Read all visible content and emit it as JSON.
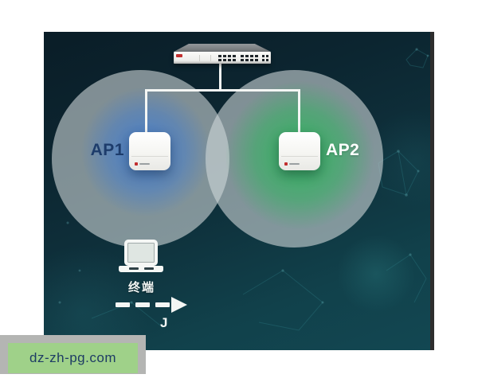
{
  "watermark": {
    "text": "dz-zh-pg.com"
  },
  "network_diagram": {
    "description": "Two wireless access points with overlapping coverage circles connected to an ethernet switch; a laptop client roams between them",
    "switch": {
      "type": "ethernet-switch",
      "ports_visible": true
    },
    "access_points": [
      {
        "id": "ap1",
        "label": "AP1"
      },
      {
        "id": "ap2",
        "label": "AP2"
      }
    ],
    "client": {
      "device": "laptop",
      "label": "终端"
    },
    "roaming_arrow": {
      "style": "dashed",
      "direction": "right"
    },
    "partial_glyph": "J",
    "colors": {
      "ap1_coverage_glow": "#3f7bd0",
      "ap2_coverage_glow": "#2db45c",
      "coverage_circle_tint": "#ccd5d8",
      "background_top": "#0a1d27",
      "background_bottom": "#124752",
      "ap1_label": "#1d3c6b",
      "ap2_label": "#ffffff",
      "connection_line": "#f4f6f4",
      "switch_logo": "#c22f2f",
      "watermark_bg": "#9fd189",
      "watermark_text": "#1e3c64"
    }
  }
}
